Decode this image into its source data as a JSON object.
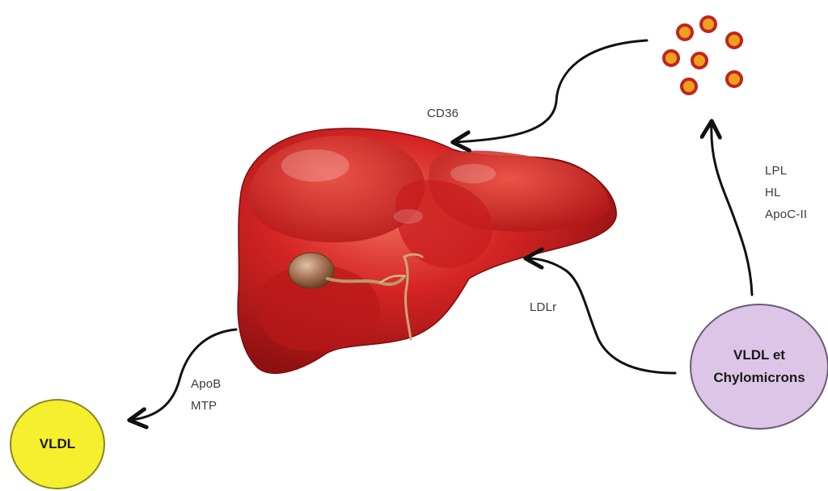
{
  "labels": {
    "cd36": "CD36",
    "ldlr": "LDLr",
    "apob": "ApoB",
    "mtp": "MTP",
    "lpl": "LPL",
    "hl": "HL",
    "apocii": "ApoC-II"
  },
  "nodes": {
    "vldl": "VLDL",
    "chylo_line1": "VLDL et",
    "chylo_line2": "Chylomicrons"
  },
  "colors": {
    "liver": "#d42424",
    "liver_dark": "#8e1010",
    "gallbladder": "#9b6a4a",
    "particle_fill": "#f0a020",
    "particle_stroke": "#c2241e",
    "vldl_fill": "#f5ef2e",
    "chylo_fill": "#dcc5e6",
    "arrow": "#111111"
  },
  "icons": [
    "liver-illustration",
    "fatty-acid-particles"
  ]
}
